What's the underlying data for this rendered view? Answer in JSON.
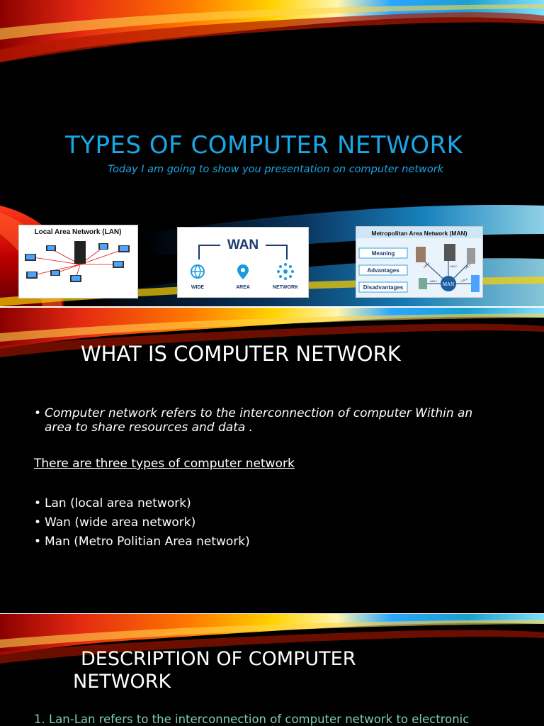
{
  "slide1": {
    "title": "TYPES OF COMPUTER NETWORK",
    "subtitle": "Today I am going to show you presentation on computer network",
    "lan_card": {
      "title": "Local Area Network (LAN)"
    },
    "wan_card": {
      "title": "WAN",
      "labels": [
        "WIDE",
        "AREA",
        "NETWORK"
      ]
    },
    "man_card": {
      "title": "Metropolitan Area Network (MAN)",
      "buttons": [
        "Meaning",
        "Advantages",
        "Disadvantages"
      ],
      "center": "MAN",
      "lan_labels": [
        "LAN 1",
        "LAN 2",
        "LAN 3",
        "LAN 4",
        "LAN 5"
      ]
    }
  },
  "slide2": {
    "title": "WHAT IS COMPUTER NETWORK",
    "definition": "Computer network refers to the interconnection of computer Within an area to share resources and data .",
    "types_heading": "There are three types of computer network ",
    "types": [
      "Lan (local area network)",
      "Wan (wide area network)",
      "Man (Metro Politian Area network)"
    ]
  },
  "slide3": {
    "title_line1": "DESCRIPTION OF COMPUTER",
    "title_line2": "NETWORK",
    "item1": "1. Lan-Lan refers to the interconnection of computer network to electronic"
  },
  "colors": {
    "title_blue": "#1aa7e6",
    "teal_text": "#7ad1ad",
    "background": "#000000"
  },
  "bullet": "•"
}
